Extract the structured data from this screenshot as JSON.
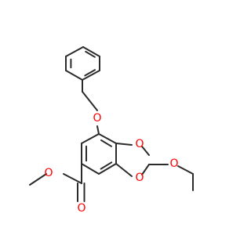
{
  "molecule": {
    "atom_labels": [
      "O",
      "O",
      "O",
      "O",
      "O",
      "O"
    ],
    "colors": {
      "bond": "#2b2b2b",
      "oxygen": "#ff0000",
      "background": "#ffffff"
    }
  }
}
